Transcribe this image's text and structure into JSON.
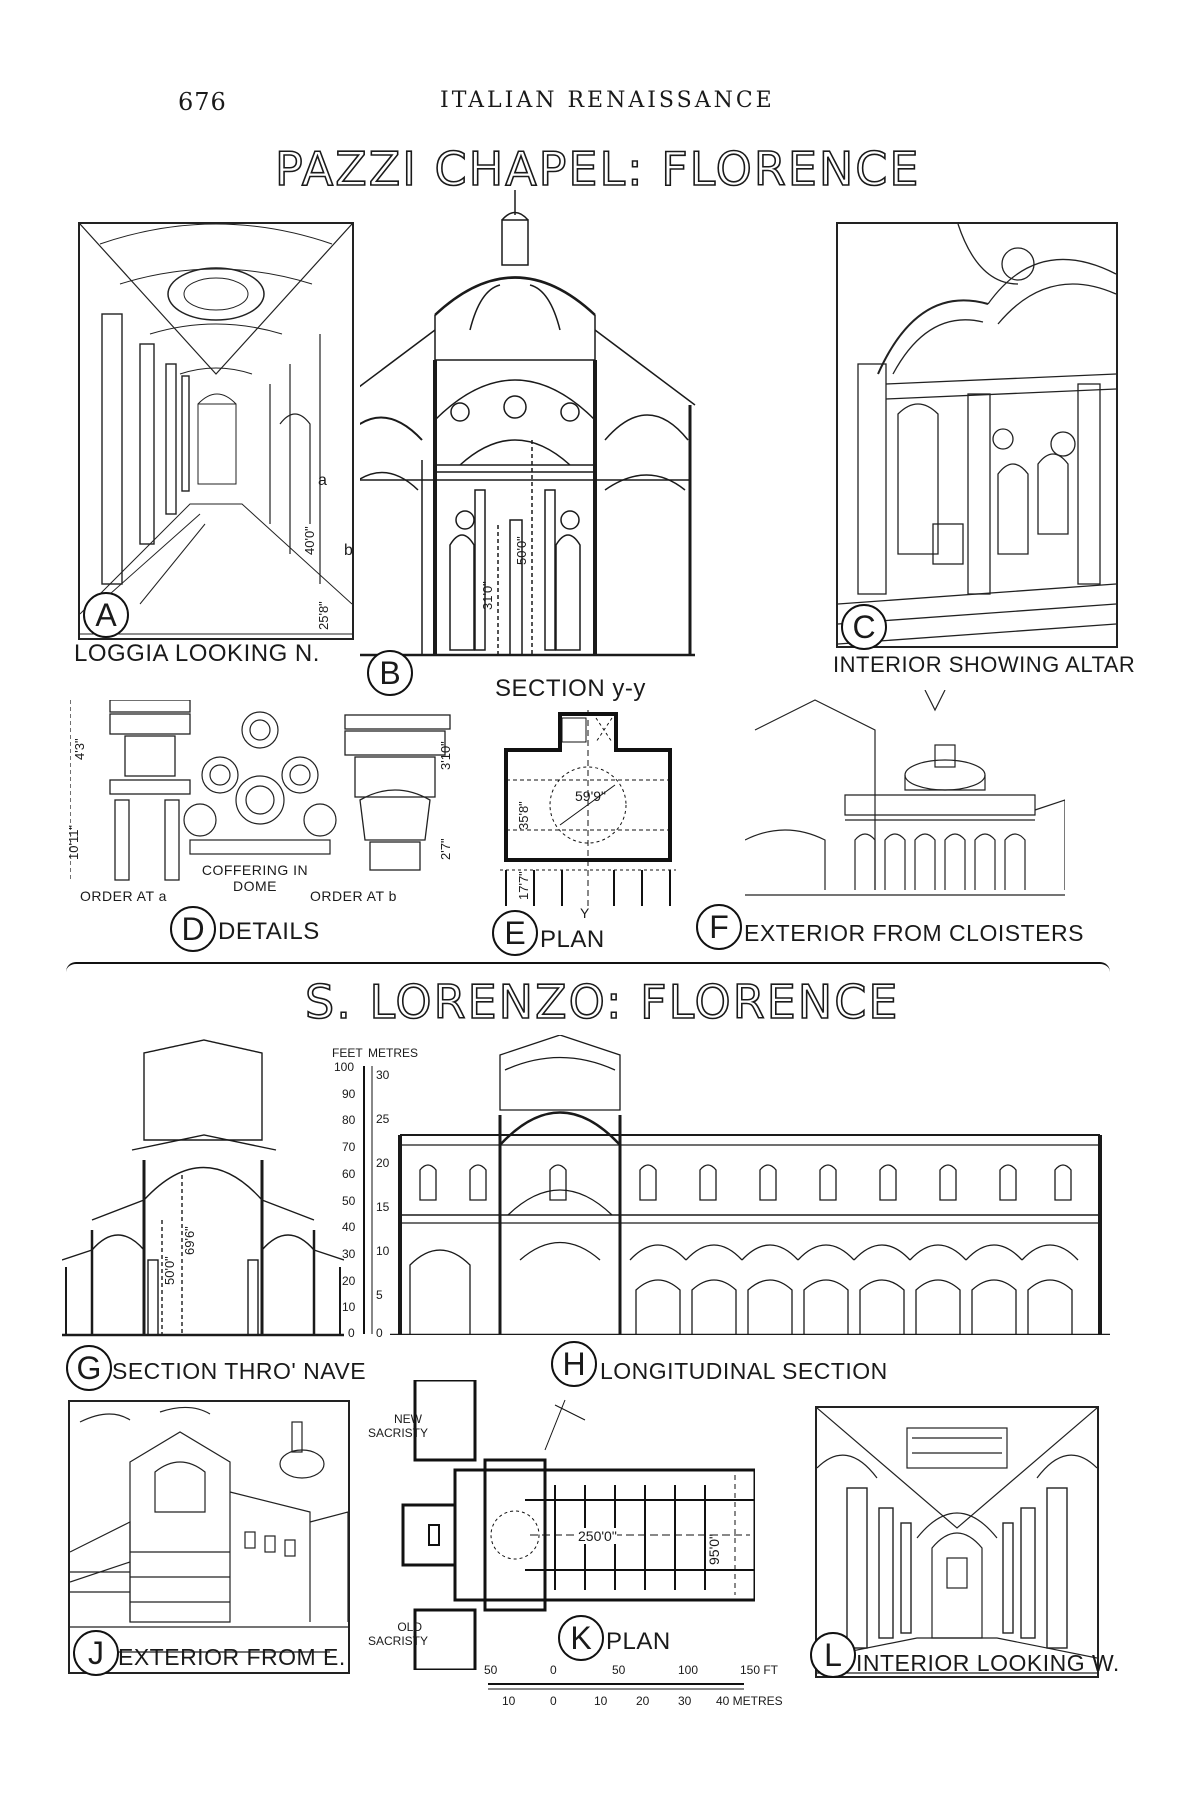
{
  "header": {
    "page_number": "676",
    "running_head": "ITALIAN RENAISSANCE"
  },
  "pazzi": {
    "title": "PAZZI CHAPEL: FLORENCE",
    "a": {
      "letter": "A",
      "caption": "LOGGIA LOOKING N."
    },
    "b": {
      "letter": "B",
      "caption": "SECTION y-y",
      "dims": [
        "40'0\"",
        "25'8\"",
        "31'0\"",
        "50'0\""
      ],
      "marks": [
        "a",
        "b"
      ]
    },
    "c": {
      "letter": "C",
      "caption": "INTERIOR SHOWING ALTAR"
    },
    "d": {
      "letter": "D",
      "caption": "DETAILS",
      "order_a": "ORDER AT a",
      "coffering": "COFFERING IN DOME",
      "order_b": "ORDER AT b",
      "dims": [
        "4'3\"",
        "10'11\"",
        "3'10\"",
        "2'7\""
      ]
    },
    "e": {
      "letter": "E",
      "caption": "PLAN",
      "dims": [
        "59'9\"",
        "35'8\"",
        "17'7\""
      ],
      "mark": "Y"
    },
    "f": {
      "letter": "F",
      "caption": "EXTERIOR FROM CLOISTERS"
    }
  },
  "lorenzo": {
    "title": "S. LORENZO: FLORENCE",
    "scale": {
      "feet_label": "FEET",
      "metres_label": "METRES",
      "feet": [
        "100",
        "90",
        "80",
        "70",
        "60",
        "50",
        "40",
        "30",
        "20",
        "10",
        "0"
      ],
      "metres": [
        "30",
        "25",
        "20",
        "15",
        "10",
        "5",
        "0"
      ]
    },
    "g": {
      "letter": "G",
      "caption": "SECTION THRO' NAVE",
      "dims": [
        "50'0\"",
        "69'6\""
      ]
    },
    "h": {
      "letter": "H",
      "caption": "LONGITUDINAL SECTION"
    },
    "j": {
      "letter": "J",
      "caption": "EXTERIOR FROM E."
    },
    "k": {
      "letter": "K",
      "caption": "PLAN",
      "new_sacristy": "NEW SACRISTY",
      "old_sacristy": "OLD SACRISTY",
      "dims": [
        "250'0\"",
        "95'0\""
      ],
      "bar_feet": [
        "50",
        "0",
        "50",
        "100",
        "150 FT"
      ],
      "bar_metres": [
        "10",
        "0",
        "10",
        "20",
        "30",
        "40 METRES"
      ]
    },
    "l": {
      "letter": "L",
      "caption": "INTERIOR LOOKING W."
    }
  }
}
